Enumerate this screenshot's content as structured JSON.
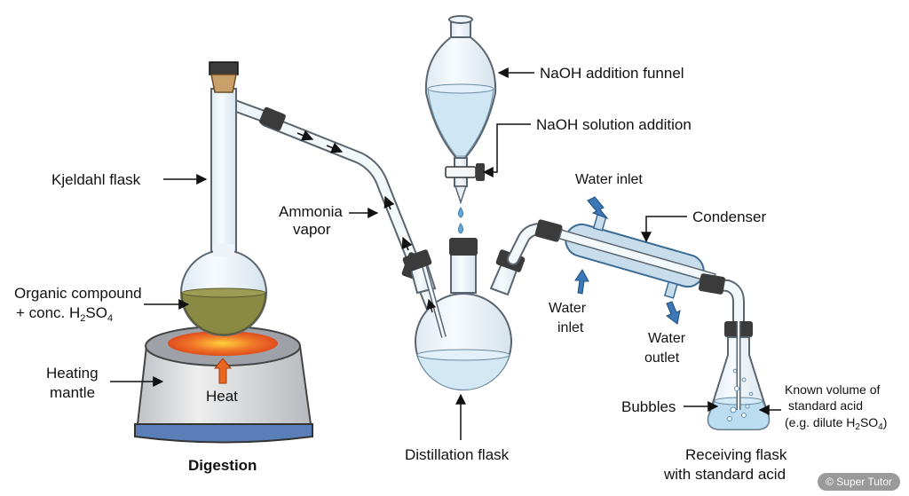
{
  "labels": {
    "kjeldahl_flask": "Kjeldahl flask",
    "organic_compound_line1": "Organic compound",
    "organic_compound_line2_prefix": "+ conc. H",
    "organic_compound_sub1": "2",
    "organic_compound_mid": "SO",
    "organic_compound_sub2": "4",
    "heating_mantle_line1": "Heating",
    "heating_mantle_line2": "mantle",
    "heat": "Heat",
    "digestion": "Digestion",
    "ammonia_vapor_line1": "Ammonia",
    "ammonia_vapor_line2": "vapor",
    "naoh_funnel": "NaOH addition funnel",
    "naoh_solution": "NaOH solution addition",
    "distillation_flask": "Distillation flask",
    "water_inlet_top": "Water inlet",
    "water_inlet_left_line1": "Water",
    "water_inlet_left_line2": "inlet",
    "condenser": "Condenser",
    "water_outlet_line1": "Water",
    "water_outlet_line2": "outlet",
    "bubbles": "Bubbles",
    "known_volume_line1": "Known volume of",
    "known_volume_line2": "standard acid",
    "known_volume_line3_prefix": "(e.g. dilute H",
    "known_volume_sub1": "2",
    "known_volume_mid": "SO",
    "known_volume_sub2": "4",
    "known_volume_suffix": ")",
    "receiving_flask_line1": "Receiving flask",
    "receiving_flask_line2": "with standard acid"
  },
  "watermark": "© Super Tutor",
  "colors": {
    "glass_stroke": "#5a6570",
    "glass_fill": "#eef5fa",
    "stopper": "#3b3b3b",
    "digest_liquid": "#8a8a45",
    "naoh_liquid": "#cfe6f5",
    "acid_liquid": "#bcdcf0",
    "mantle_body": "#d8d8d8",
    "mantle_base": "#5a7fb8",
    "heat_glow": "#f07a2a",
    "water_arrow": "#3b78b5"
  }
}
